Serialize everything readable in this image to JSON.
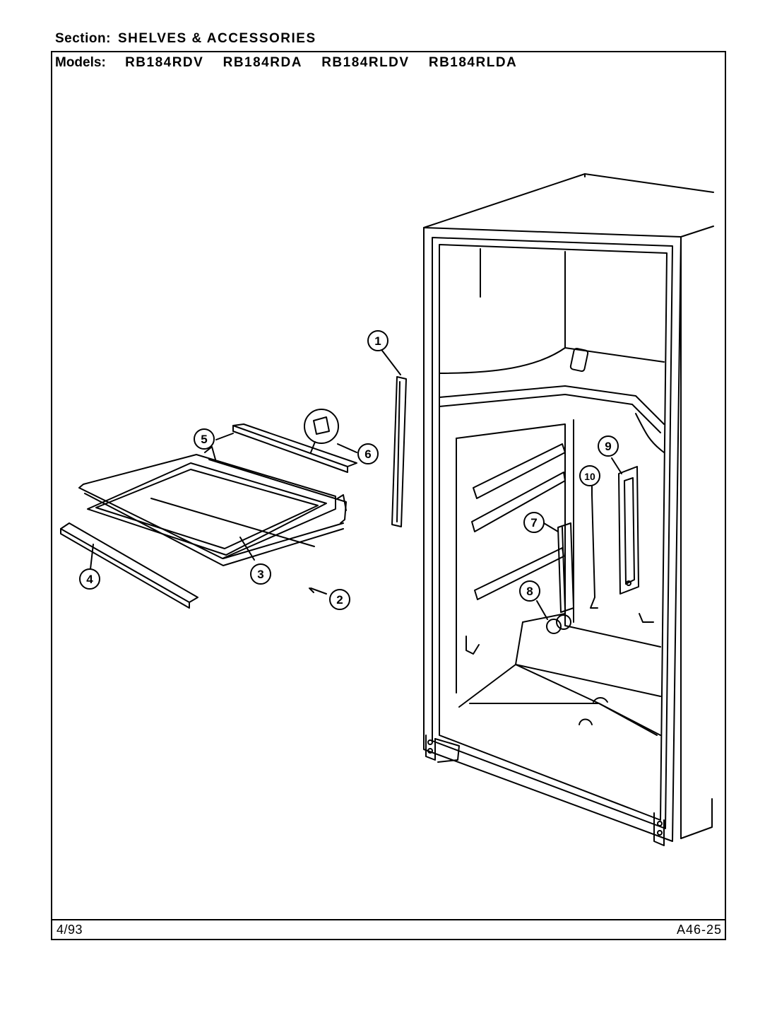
{
  "header": {
    "section_label": "Section:",
    "section_value": "SHELVES & ACCESSORIES",
    "models_label": "Models:",
    "models": [
      "RB184RDV",
      "RB184RDA",
      "RB184RLDV",
      "RB184RLDA"
    ]
  },
  "footer": {
    "date": "4/93",
    "code": "A46-25"
  },
  "callouts": [
    "1",
    "2",
    "3",
    "4",
    "5",
    "6",
    "7",
    "8",
    "9",
    "10"
  ]
}
